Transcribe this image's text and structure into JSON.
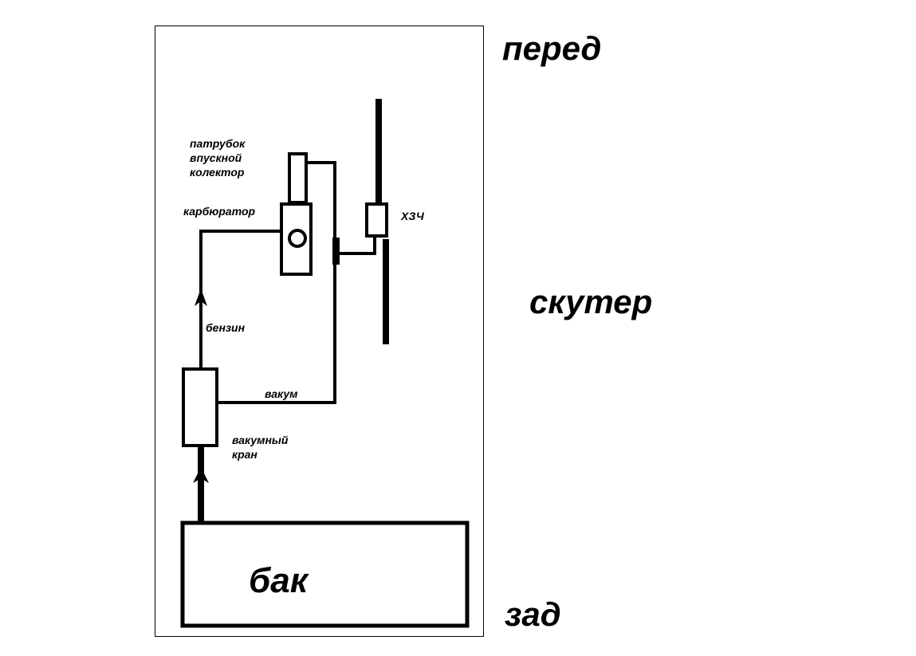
{
  "diagram": {
    "type": "scooter fuel system schematic",
    "orientation": {
      "front_label": "перед",
      "rear_label": "зад",
      "vehicle_label": "скутер"
    },
    "components": {
      "tank": "бак",
      "vacuum_valve_line1": "вакумный",
      "vacuum_valve_line2": "кран",
      "carburetor": "карбюратор",
      "intake_pipe_line1": "патрубок",
      "intake_pipe_line2": "впускной",
      "intake_pipe_line3": "колектор",
      "cylinder_head": "ХЗЧ"
    },
    "lines": {
      "fuel": "бензин",
      "vacuum": "вакум"
    },
    "connections": [
      {
        "from": "бак",
        "to": "вакумный кран",
        "kind": "бензин",
        "arrow": "up"
      },
      {
        "from": "вакумный кран",
        "to": "карбюратор",
        "kind": "бензин",
        "arrow": "up"
      },
      {
        "from": "патрубок впускной колектор",
        "to": "вакумный кран",
        "kind": "вакум"
      },
      {
        "from": "ХЗЧ",
        "to": "вакум line",
        "kind": "вакум"
      }
    ],
    "colors": {
      "stroke": "#000000",
      "background": "#ffffff"
    }
  }
}
